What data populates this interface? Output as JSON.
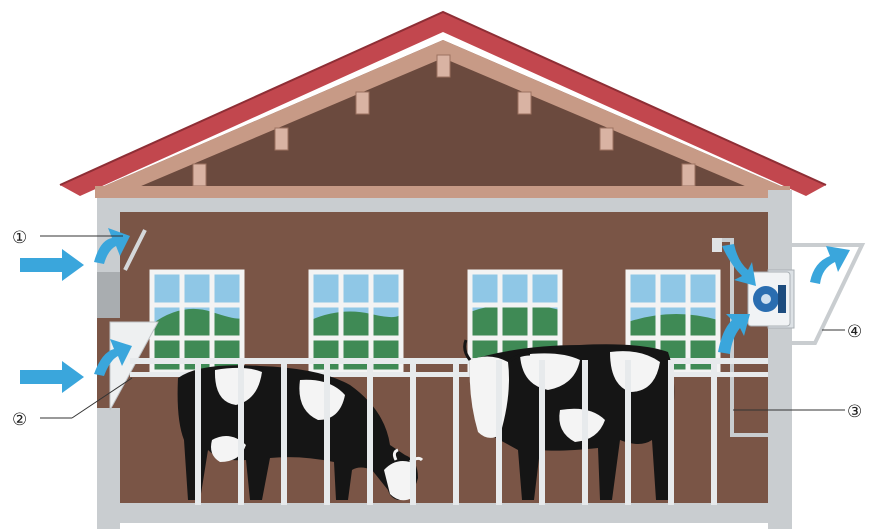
{
  "diagram": {
    "callouts": [
      {
        "id": "1",
        "label": "①"
      },
      {
        "id": "2",
        "label": "②"
      },
      {
        "id": "3",
        "label": "③"
      },
      {
        "id": "4",
        "label": "④"
      }
    ],
    "colors": {
      "roof": "#c2474e",
      "roof_edge": "#8e2e35",
      "rafter": "#c79a86",
      "gable": "#6b4a3e",
      "wall": "#7a5546",
      "wall_frame": "#c9cdd0",
      "window_sky": "#8fc7e6",
      "window_hill": "#3f8a55",
      "window_frame": "#f3f3f3",
      "air_arrow": "#3aa6dc",
      "railing": "#e7eaec",
      "cow_black": "#151515",
      "cow_white": "#f4f4f4",
      "fan_blue": "#2a6db0"
    },
    "icons": [
      "air-inflow-arrow",
      "fan-icon",
      "inlet-flap",
      "outlet-hood",
      "cow"
    ]
  }
}
